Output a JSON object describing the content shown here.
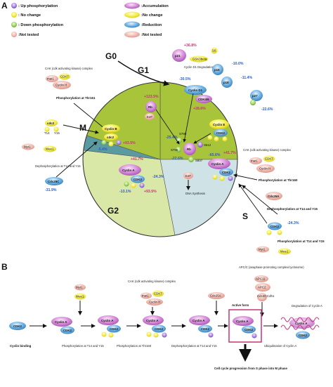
{
  "panels": {
    "a": "A",
    "b": "B"
  },
  "legend": {
    "up_phos": ": Up phosphorylation",
    "no_change_a": ": No change",
    "down_phos": ": Down phosphorylation",
    "not_tested_a": ":Not tested",
    "accumulation": ":Accumulation",
    "no_change_b": ":No change",
    "reduction": ":Reduction",
    "not_tested_b": ":Not tested"
  },
  "phases": {
    "g0": "G0",
    "g1": "G1",
    "m": "M",
    "g2": "G2",
    "s": "S"
  },
  "proteins": {
    "p21": "p21",
    "s6": "S6",
    "gsk3": "GSK3beta",
    "p16": "p16",
    "p18": "p18",
    "p27": "p27",
    "cyclin_d1": "Cyclin D1",
    "cdk4": "CDK4/6",
    "rb": "Rb",
    "e2f": "E2F",
    "cyclin_e": "Cyclin E",
    "cdk2": "CDK2",
    "t14": "T14",
    "y15": "Y15",
    "t160": "T160",
    "s780": "S780",
    "s795": "S795",
    "s612": "S612",
    "s807": "S807",
    "cyclin_b": "Cyclin B",
    "cdc2": "cdc2",
    "cyclin_a": "Cyclin A",
    "cdk7": "CDK7",
    "mat1": "mat1",
    "cyclin_h": "Cyclin H",
    "myt1": "Myt1",
    "wee1": "Wee1",
    "cdc25c": "Cdc25C",
    "cdc25a": "Cdc25A",
    "apc11": "APC11",
    "apc2": "APC2",
    "cdc20": "Cdc20 Cdh1"
  },
  "percents": {
    "p21": "+36.8%",
    "p16": "-10.0%",
    "p18": "-11.4%",
    "cyclin_d1": "-30.5%",
    "cdk4": "+28.6%",
    "rb": "+123.5%",
    "p27": "-22.6%",
    "rb_s": "-25.4%",
    "rb_s2": "-65.6%",
    "cyclin_e_s": "-22.6%",
    "cyclin_b": "-5.4%",
    "cdc2_t14": "+93.5%",
    "cyclin_a_g2": "+41.7%",
    "cdk2_g2": "-24.3%",
    "g2_t14": "-13.1%",
    "g2_t160": "+93.5%",
    "cyclin_a_s": "+41.7%",
    "cdc25c": "-31.9%",
    "cdk2_s": "-24.3%"
  },
  "labels": {
    "cak_complex": "CAK (cdk activating kinase) complex",
    "cak_complex_2": "CAK (cdk activating kinase) complex",
    "cyclin_d1_deg": "Cyclin D1 Degradation",
    "phos_thr161": "Phosphorylation at Thr161",
    "dephos_m": "Dephosphorylation at T14 and Y15",
    "dna_synthesis": "DNA Synthesis",
    "phos_thr160": "Phosphorylation at Thr160",
    "dephos_s": "Dephosphorylation at T14 and Y15",
    "phos_s": "Phosphorylation at T14 and Y15"
  },
  "panel_b": {
    "apc_title": "APC/C (anaphase promoting complex/cyclosome)",
    "cak": "CAK (cdk activating kinase) complex",
    "cyclin_binding": "Cyclin binding",
    "phos_t14": "Phosphorylation at T14 and Y15",
    "phos_t160": "Phosphorylation at Thr160",
    "dephos": "Dephosphorylation at T14 and Y15",
    "ubiq": "Ubiquitination of Cyclin A",
    "degradation": "Degradation of Cyclin A",
    "active_form": "Active form",
    "progression": "Cell cycle progression from S phase into M phase"
  },
  "colors": {
    "g1": "#a7c43a",
    "g2": "#d9e7a7",
    "s": "#cfe3e6",
    "m": "#5b9aa0",
    "purple": "#d58bd8",
    "blue": "#5aa5dc",
    "yellow": "#f2ea38",
    "pink": "#f0b7ad",
    "green": "#9bd35a",
    "up_pct": "#c33577",
    "down_pct": "#2a5cc9"
  }
}
